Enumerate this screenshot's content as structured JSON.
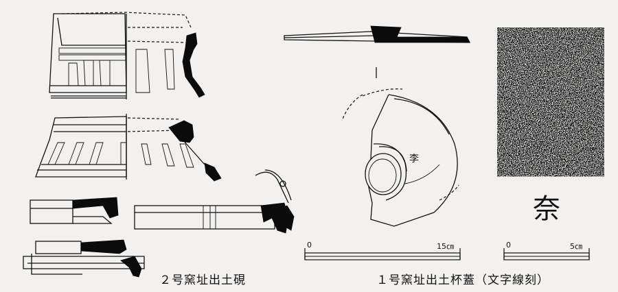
{
  "figure": {
    "left_caption": "２号窯址出土硯",
    "right_caption": "１号窯址出土杯蓋（文字線刻）",
    "inscription_sketch": "李",
    "inscription_large": "奈"
  },
  "scales": {
    "large": {
      "start_label": "0",
      "end_label": "15㎝"
    },
    "small": {
      "start_label": "0",
      "end_label": "5㎝"
    }
  }
}
